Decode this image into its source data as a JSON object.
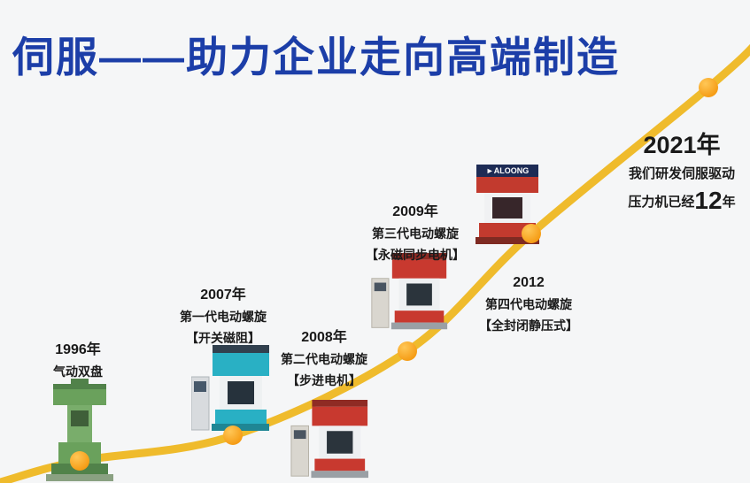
{
  "page": {
    "title": "伺服——助力企业走向高端制造"
  },
  "colors": {
    "bg": "#f5f6f7",
    "title_blue": "#1c3ea8",
    "curve_yellow": "#efbb2c",
    "dot_orange": "#f59b13"
  },
  "milestones": [
    {
      "year": "1996年",
      "line1": "气动双盘"
    },
    {
      "year": "2007年",
      "line1": "第一代电动螺旋",
      "line2": "【开关磁阻】"
    },
    {
      "year": "2008年",
      "line1": "第二代电动螺旋",
      "line2": "【步进电机】"
    },
    {
      "year": "2009年",
      "line1": "第三代电动螺旋",
      "line2": "【永磁同步电机】"
    },
    {
      "year": "2012",
      "line1": "第四代电动螺旋",
      "line2": "【全封闭静压式】"
    },
    {
      "year": "2021年",
      "line1": "我们研发伺服驱动",
      "line2_prefix": "压力机已经",
      "line2_big": "12",
      "line2_suffix": "年"
    }
  ],
  "machines": {
    "brand_2012": "►ALOONG"
  }
}
